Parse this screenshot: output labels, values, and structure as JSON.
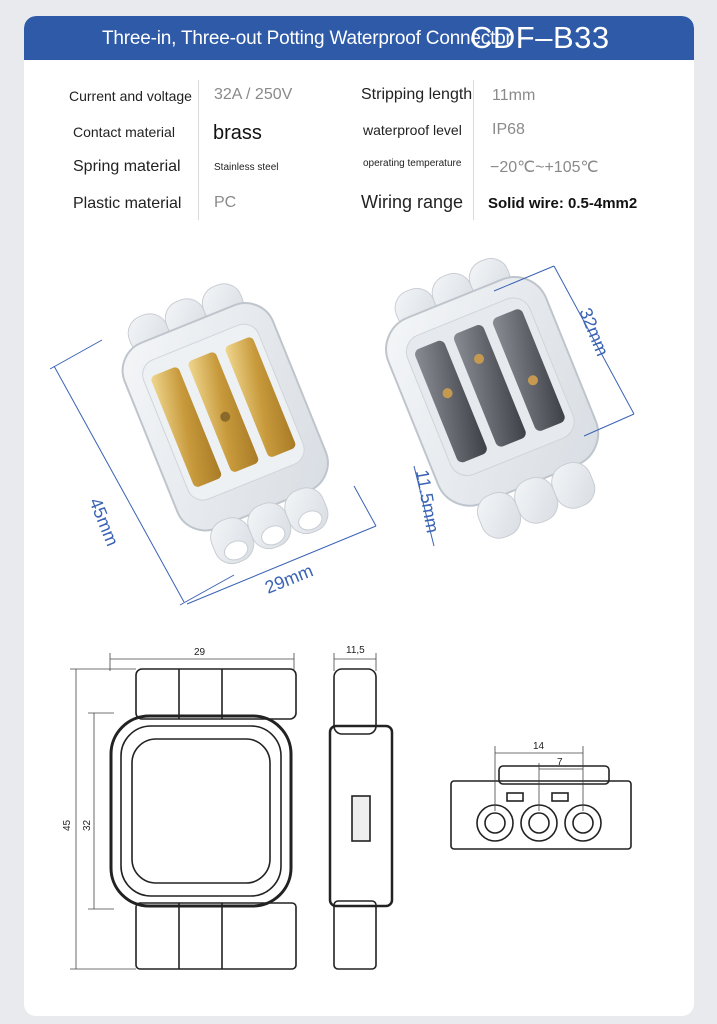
{
  "banner": {
    "title": "Three-in, Three-out Potting Waterproof Connector",
    "model": "CDF–B33",
    "color": "#2e5aa8"
  },
  "specs": [
    {
      "label": "Current and voltage",
      "value": "32A / 250V"
    },
    {
      "label": "Stripping length",
      "value": "11mm"
    },
    {
      "label": "Contact material",
      "value": "brass"
    },
    {
      "label": "waterproof level",
      "value": "IP68"
    },
    {
      "label": "Spring material",
      "value": "Stainless steel"
    },
    {
      "label": "operating temperature",
      "value": "−20℃~+105℃"
    },
    {
      "label": "Plastic material",
      "value": "PC"
    },
    {
      "label": "Wiring range",
      "value": "Solid wire: 0.5-4mm2"
    }
  ],
  "photo_dims": {
    "left_height": "45mm",
    "left_width": "29mm",
    "right_length": "32mm",
    "right_thickness": "11.5mm",
    "color": "#3a63b5"
  },
  "drawing_dims": {
    "front_width": "29",
    "outer_height": "45",
    "inner_height": "32",
    "side_thickness": "11,5",
    "end_pitch_total": "14",
    "end_pitch_half": "7"
  },
  "icons": {
    "front_photo": "connector-photo-brass",
    "back_photo": "connector-photo-steel"
  }
}
